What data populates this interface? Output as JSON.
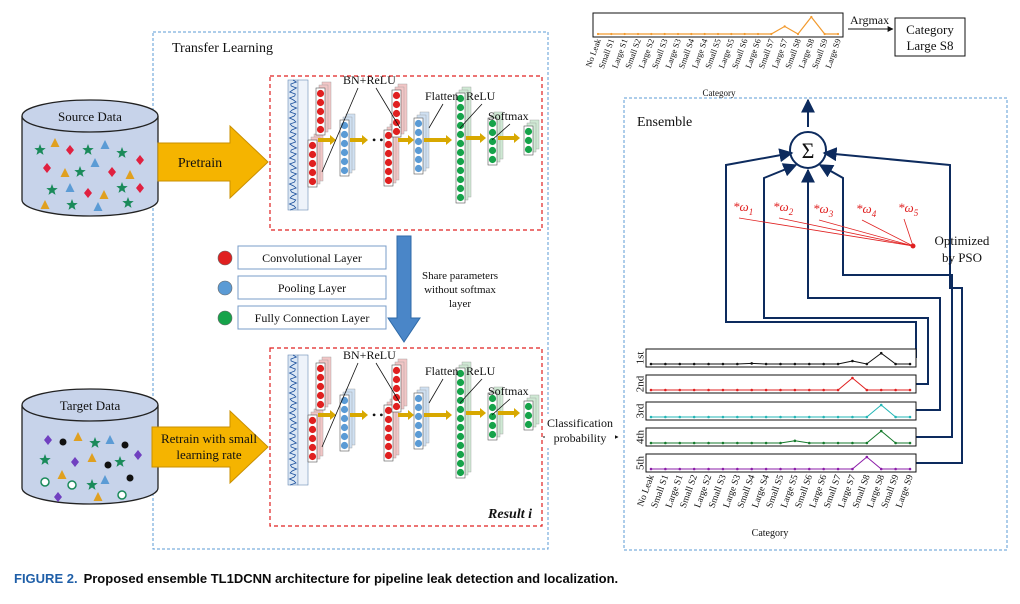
{
  "figure": {
    "caption_label": "FIGURE 2.",
    "caption_text": "Proposed ensemble TL1DCNN architecture for pipeline leak detection and localization."
  },
  "transfer": {
    "title": "Transfer Learning",
    "source": "Source Data",
    "target": "Target Data",
    "pretrain": "Pretrain",
    "retrain_line1": "Retrain with small",
    "retrain_line2": "learning rate",
    "share_line1": "Share parameters",
    "share_line2": "without softmax",
    "share_line3": "layer",
    "result": "Result i"
  },
  "network": {
    "bn_relu": "BN+ReLU",
    "flatten": "Flatten",
    "relu": "ReLU",
    "softmax": "Softmax",
    "ellipsis": "• • •"
  },
  "legend": {
    "items": [
      {
        "label": "Convolutional Layer",
        "color": "#e02020"
      },
      {
        "label": "Pooling Layer",
        "color": "#5b9bd5"
      },
      {
        "label": "Fully Connection Layer",
        "color": "#16a34a"
      }
    ]
  },
  "ensemble": {
    "title": "Ensemble",
    "sum_symbol": "Σ",
    "optimized_line1": "Optimized",
    "optimized_line2": "by PSO",
    "weight_prefix": "*ω",
    "weight_subs": [
      "1",
      "2",
      "3",
      "4",
      "5"
    ],
    "classification_line1": "Classification",
    "classification_line2": "probability",
    "axis_label": "Category",
    "colors": {
      "frame": "#0d2b5e",
      "weights": "#e02020"
    }
  },
  "output": {
    "argmax": "Argmax",
    "category_line1": "Category",
    "category_line2": "Large S8",
    "axis_label": "Category"
  },
  "categories": [
    "No Leak",
    "Small S1",
    "Large S1",
    "Small S2",
    "Large S2",
    "Small S3",
    "Large S3",
    "Small S4",
    "Large S4",
    "Small S5",
    "Large S5",
    "Small S6",
    "Large S6",
    "Small S7",
    "Large S7",
    "Small S8",
    "Large S8",
    "Small S9",
    "Large S9"
  ],
  "chart_data": [
    {
      "type": "line",
      "categories": [
        "No Leak",
        "Small S1",
        "Large S1",
        "Small S2",
        "Large S2",
        "Small S3",
        "Large S3",
        "Small S4",
        "Large S4",
        "Small S5",
        "Large S5",
        "Small S6",
        "Large S6",
        "Small S7",
        "Large S7",
        "Small S8",
        "Large S8",
        "Small S9",
        "Large S9"
      ],
      "series": [
        {
          "color": "#f29a2e",
          "values": [
            0,
            0,
            0,
            0,
            0,
            0,
            0,
            0,
            0,
            0,
            0,
            0,
            0,
            0,
            0.45,
            0,
            1,
            0,
            0
          ]
        }
      ],
      "xlabel": "Category"
    },
    {
      "type": "line",
      "categories": [
        "No Leak",
        "Small S1",
        "Large S1",
        "Small S2",
        "Large S2",
        "Small S3",
        "Large S3",
        "Small S4",
        "Large S4",
        "Small S5",
        "Large S5",
        "Small S6",
        "Large S6",
        "Small S7",
        "Large S7",
        "Small S8",
        "Large S8",
        "Small S9",
        "Large S9"
      ],
      "series": [
        {
          "name": "1st",
          "color": "#111111",
          "values": [
            0,
            0,
            0,
            0,
            0,
            0,
            0,
            0.05,
            0,
            0,
            0,
            0,
            0,
            0,
            0.25,
            0,
            0.9,
            0,
            0
          ]
        },
        {
          "name": "2nd",
          "color": "#e02020",
          "values": [
            0,
            0,
            0,
            0,
            0,
            0,
            0,
            0,
            0,
            0,
            0,
            0,
            0,
            0,
            1,
            0,
            0,
            0,
            0
          ]
        },
        {
          "name": "3rd",
          "color": "#22b5b5",
          "values": [
            0,
            0,
            0,
            0,
            0,
            0,
            0,
            0,
            0,
            0,
            0,
            0,
            0,
            0,
            0,
            0,
            1,
            0,
            0
          ]
        },
        {
          "name": "4th",
          "color": "#167a2c",
          "values": [
            0,
            0,
            0,
            0,
            0,
            0,
            0,
            0,
            0,
            0,
            0.18,
            0,
            0,
            0,
            0,
            0,
            1,
            0,
            0
          ]
        },
        {
          "name": "5th",
          "color": "#8b1ca8",
          "values": [
            0,
            0,
            0,
            0,
            0,
            0,
            0,
            0,
            0,
            0,
            0,
            0,
            0,
            0,
            0,
            1,
            0,
            0,
            0
          ]
        }
      ],
      "xlabel": "Category"
    }
  ]
}
